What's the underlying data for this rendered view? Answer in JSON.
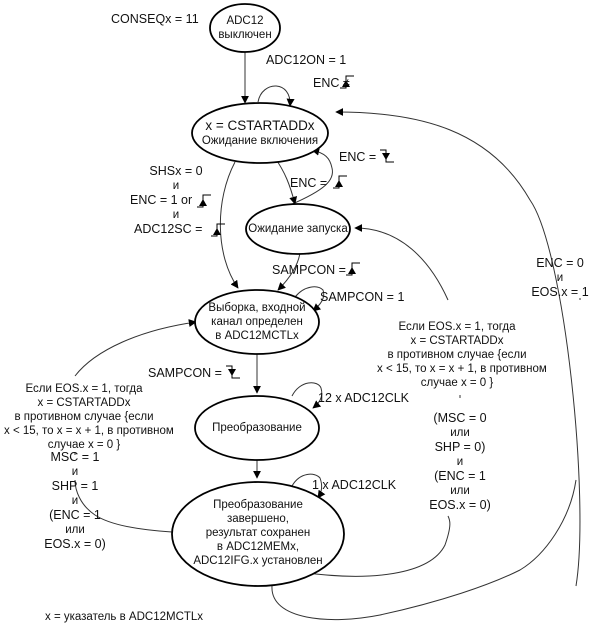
{
  "diagram": {
    "mode_label": "CONSEQx = 11",
    "footnote": "x = указатель в ADC12MCTLx",
    "states": {
      "off": [
        "ADC12",
        "выключен"
      ],
      "wait_enable": [
        "x = CSTARTADDx",
        "Ожидание включения"
      ],
      "wait_trigger": [
        "Ожидание запуска"
      ],
      "sample": [
        "Выборка, входной",
        "канал определен",
        "в ADC12MCTLx"
      ],
      "convert": [
        "Преобразование"
      ],
      "done": [
        "Преобразование",
        "завершено,",
        "результат сохранен",
        "в ADC12MEMx,",
        "ADC12IFG.x установлен"
      ]
    },
    "transitions": {
      "adc_on": "ADC12ON = 1",
      "enc_not_rise": "ENC ≠",
      "enc_fall": "ENC =",
      "enc_rise": "ENC =",
      "trigger_direct": [
        "SHSx = 0",
        "и",
        "ENC = 1 or",
        "и",
        "ADC12SC ="
      ],
      "sampcon_rise": "SAMPCON =",
      "sampcon_hold": "SAMPCON = 1",
      "sampcon_fall": "SAMPCON =",
      "clk12": "12 x ADC12CLK",
      "clk1": "1 x ADC12CLK",
      "enc0_eos1": [
        "ENC = 0",
        "и",
        "EOS.x = 1"
      ],
      "next_ptr_left": [
        "Если EOS.x = 1, тогда",
        "x = CSTARTADDx",
        "в противном случае {если",
        "x < 15, то x = x + 1, в противном",
        "случае x = 0 }"
      ],
      "repeat_cond": [
        "MSC = 1",
        "и",
        "SHP = 1",
        "и",
        "(ENC = 1",
        "или",
        "EOS.x = 0)"
      ],
      "next_ptr_right": [
        "Если EOS.x = 1, тогда",
        "x = CSTARTADDx",
        "в противном случае {если",
        "x < 15, то x = x + 1, в противном",
        "случае x = 0 }"
      ],
      "retrigger_cond": [
        "(MSC = 0",
        "или",
        "SHP = 0)",
        "и",
        "(ENC = 1",
        "или",
        "EOS.x = 0)"
      ]
    },
    "edge_symbols": {
      "rising_edge": "rising-edge-icon",
      "falling_edge": "falling-edge-icon"
    }
  }
}
